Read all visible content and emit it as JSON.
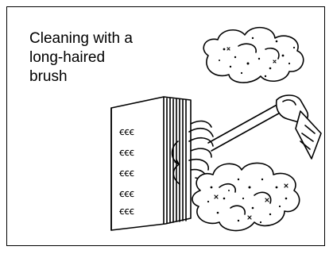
{
  "caption": {
    "line1": "Cleaning with a",
    "line2": "long-haired",
    "line3": "brush"
  },
  "colors": {
    "ink": "#000000",
    "paper": "#ffffff"
  },
  "icons": [
    "coil-unit-icon",
    "brush-icon",
    "hand-icon",
    "dust-cloud-icon"
  ]
}
